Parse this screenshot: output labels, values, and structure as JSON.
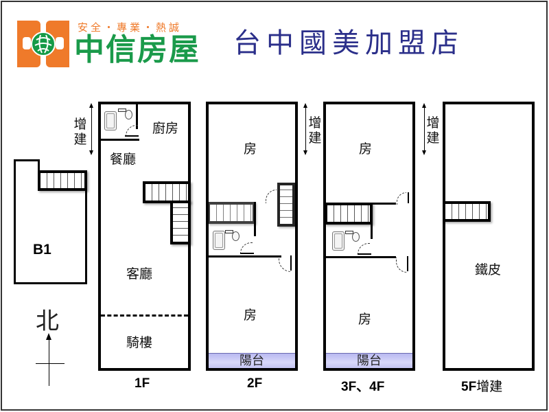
{
  "header": {
    "logo": {
      "icon": "globe-emblem-icon",
      "slogan": "安全・專業・熱誠",
      "brand_name": "中信房屋",
      "colors": {
        "orange": "#ef7a2a",
        "green": "#1a9a4a"
      }
    },
    "store_name": "台中國美加盟店",
    "store_name_color": "#2b2f8a"
  },
  "floorplans": {
    "b1": {
      "label": "B1"
    },
    "f1": {
      "floor_label": "1F",
      "extension_label": "增建",
      "rooms": {
        "kitchen": "廚房",
        "dining": "餐廳",
        "living": "客廳",
        "arcade": "騎樓"
      }
    },
    "f2": {
      "floor_label": "2F",
      "extension_label": "增建",
      "rooms": {
        "front_room": "房",
        "rear_room": "房",
        "balcony": "陽台"
      }
    },
    "f3_4": {
      "floor_label": "3F、4F",
      "extension_label": "增建",
      "rooms": {
        "front_room": "房",
        "rear_room": "房",
        "balcony": "陽台"
      }
    },
    "f5": {
      "floor_label_prefix": "5F",
      "floor_label_suffix": "增建",
      "rooms": {
        "iron_sheet": "鐵皮"
      }
    }
  },
  "compass": {
    "north_label": "北",
    "icon": "north-arrow-icon"
  },
  "colors": {
    "balcony_fill": "#c8c8f5",
    "wall": "#000000"
  }
}
